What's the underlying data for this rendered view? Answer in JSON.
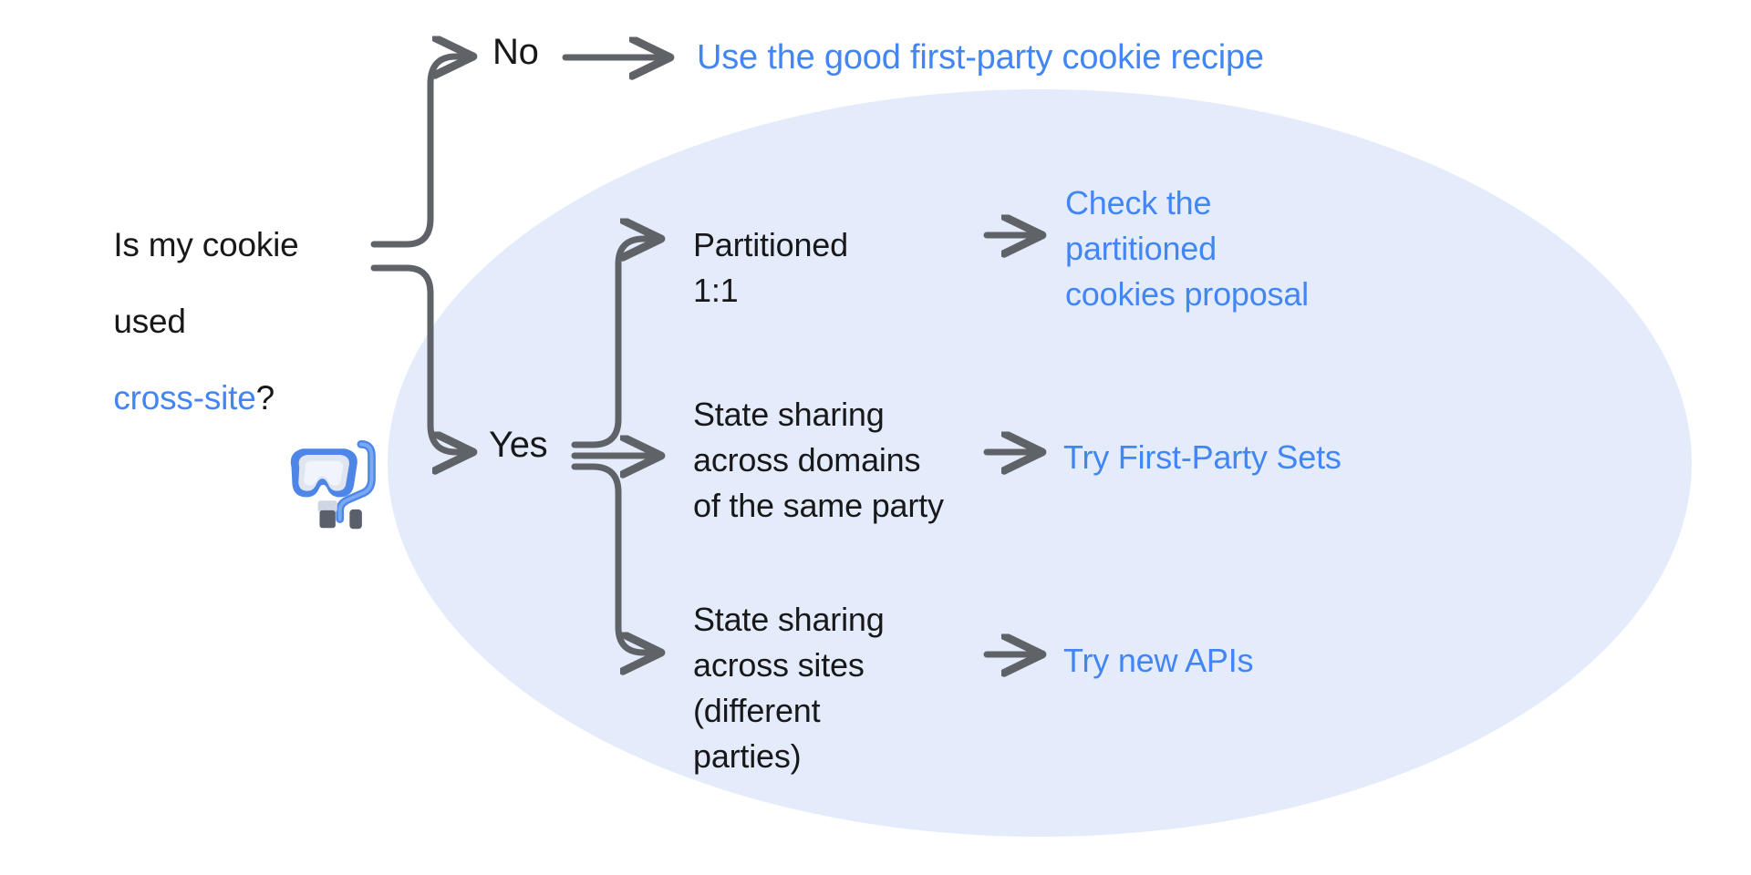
{
  "diagram": {
    "title": "Is my cookie used cross-site? decision tree",
    "background_color": "#ffffff",
    "highlight_ellipse_color": "#e4ecfb",
    "link_color": "#4285f4",
    "text_color": "#18181b",
    "arrow_color": "#5f6368"
  },
  "question": {
    "line1": "Is my cookie",
    "line2": "used ",
    "link_text": "cross-site",
    "suffix": "?"
  },
  "branches": {
    "no": {
      "label": "No",
      "outcome_link": "Use the good first-party cookie recipe"
    },
    "yes": {
      "label": "Yes",
      "options": [
        {
          "name": "partitioned",
          "text": "Partitioned\n1:1",
          "outcome_link": "Check the\npartitioned\ncookies proposal"
        },
        {
          "name": "state-sharing-domains",
          "text": "State sharing\nacross domains\nof the same party",
          "outcome_link": "Try First-Party Sets"
        },
        {
          "name": "state-sharing-sites",
          "text": "State sharing\nacross sites\n(different\nparties)",
          "outcome_link": "Try new APIs"
        }
      ]
    }
  },
  "decoration": {
    "emoji_name": "diving-mask-icon",
    "emoji": "🤿"
  }
}
